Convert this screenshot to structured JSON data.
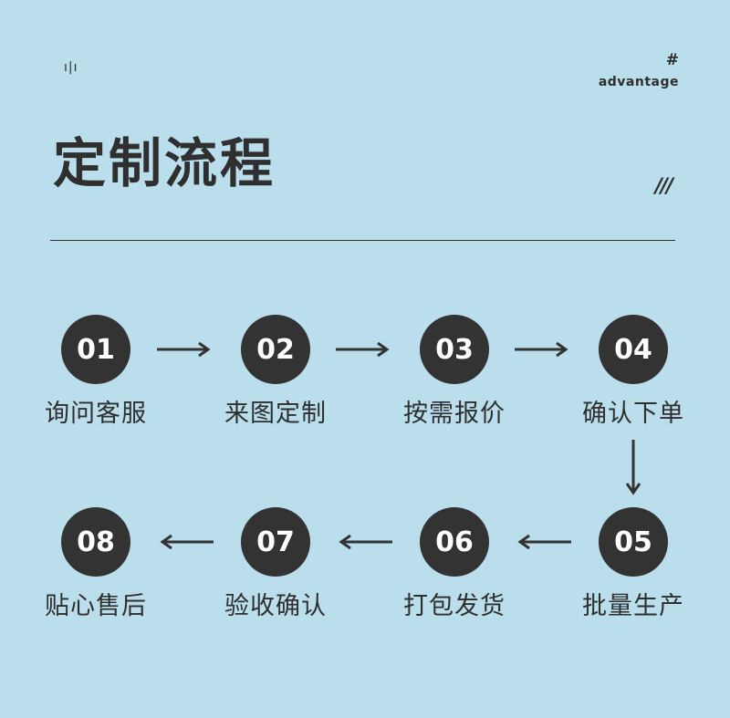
{
  "header": {
    "corner_mark": "ı|ı",
    "hash": "#",
    "tag": "advantage",
    "title": "定制流程",
    "slashes": "///"
  },
  "steps": [
    {
      "num": "01",
      "label": "询问客服"
    },
    {
      "num": "02",
      "label": "来图定制"
    },
    {
      "num": "03",
      "label": "按需报价"
    },
    {
      "num": "04",
      "label": "确认下单"
    },
    {
      "num": "05",
      "label": "批量生产"
    },
    {
      "num": "06",
      "label": "打包发货"
    },
    {
      "num": "07",
      "label": "验收确认"
    },
    {
      "num": "08",
      "label": "贴心售后"
    }
  ],
  "colors": {
    "background": "#badeeb",
    "circle": "#333333",
    "text": "#2f2f2f"
  }
}
